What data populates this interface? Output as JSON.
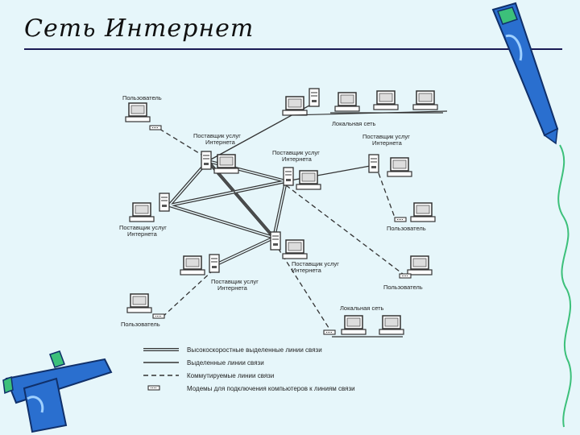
{
  "slide": {
    "title": "Сеть Интернет"
  },
  "diagram": {
    "labels": {
      "user1": "Пользователь",
      "user2": "Пользователь",
      "user3": "Пользователь",
      "user4": "Пользователь",
      "lan1": "Локальная сеть",
      "lan2": "Локальная сеть",
      "isp1": [
        "Поставщик услуг",
        "Интернета"
      ],
      "isp2": [
        "Поставщик услуг",
        "Интернета"
      ],
      "isp3": [
        "Поставщик услуг",
        "Интернета"
      ],
      "isp4": [
        "Поставщик услуг",
        "Интернета"
      ],
      "isp5": [
        "Поставщик услуг",
        "Интернета"
      ],
      "isp6": [
        "Поставщик услуг",
        "Интернета"
      ]
    },
    "legend": [
      {
        "style": "high-speed",
        "text": "Высокоскоростные выделенные линии связи"
      },
      {
        "style": "dedicated",
        "text": "Выделенные линии связи"
      },
      {
        "style": "dialup",
        "text": "Коммутируемые линии связи"
      },
      {
        "style": "modem",
        "text": "Модемы для подключения компьютеров к линиям связи"
      }
    ]
  },
  "colors": {
    "background": "#e6f6fa",
    "pencil_blue": "#2a6fcf",
    "pencil_green": "#3cc07a",
    "line": "#333333"
  }
}
